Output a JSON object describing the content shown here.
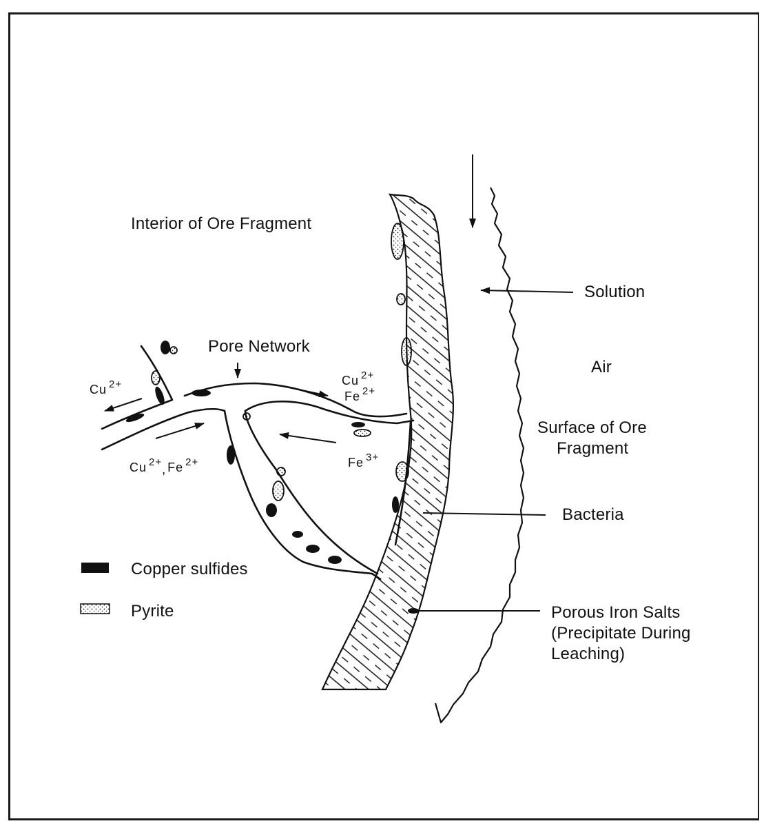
{
  "labels": {
    "interior": "Interior of Ore Fragment",
    "solution": "Solution",
    "air": "Air",
    "surface_line1": "Surface of Ore",
    "surface_line2": "Fragment",
    "bacteria": "Bacteria",
    "porous_line1": "Porous Iron Salts",
    "porous_line2": "(Precipitate During",
    "porous_line3": "Leaching)",
    "pore_network": "Pore Network"
  },
  "ions": {
    "left_cu": {
      "symbol": "Cu",
      "charge": "2+"
    },
    "pore_cu": {
      "symbol": "Cu",
      "charge": "2+"
    },
    "pore_fe": {
      "symbol": "Fe",
      "charge": "2+"
    },
    "fe3": {
      "symbol": "Fe",
      "charge": "3+"
    },
    "lower_cu": {
      "symbol": "Cu",
      "charge": "2+"
    },
    "lower_sep": ",",
    "lower_fe": {
      "symbol": "Fe",
      "charge": "2+"
    }
  },
  "legend": {
    "copper_sulfides": "Copper sulfides",
    "pyrite": "Pyrite"
  },
  "colors": {
    "ink": "#111111",
    "background": "#ffffff"
  }
}
